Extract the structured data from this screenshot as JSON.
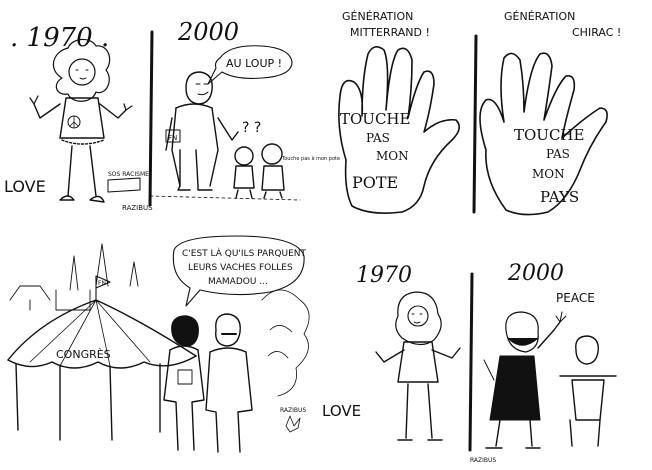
{
  "panel_top_left": {
    "year_left": ". 1970 .",
    "year_right": "2000",
    "word_love": "LOVE",
    "wolf_cry": "AU LOUP !",
    "question_marks": "? ?",
    "sign_left": "SOS RACISME",
    "sign_right": "Touche pas à mon pote",
    "signature": "RAZIBUS"
  },
  "panel_top_right": {
    "left_heading_line1": "GÉNÉRATION",
    "left_heading_line2": "MITTERRAND !",
    "left_hand_words": [
      "TOUCHE",
      "PAS",
      "MON",
      "POTE"
    ],
    "right_heading_line1": "GÉNÉRATION",
    "right_heading_line2": "CHIRAC !",
    "right_hand_words": [
      "TOUCHE",
      "PAS",
      "MON",
      "PAYS"
    ]
  },
  "panel_bottom_left": {
    "speech_line1": "C'EST LÀ QU'ILS PARQUENT",
    "speech_line2": "LEURS VACHES FOLLES",
    "speech_line3": "MAMADOU ...",
    "tent_label": "CONGRÈS",
    "tent_flag": "FN",
    "signature": "RAZIBUS"
  },
  "panel_bottom_right": {
    "year_left": "1970",
    "year_right": "2000",
    "word_love": "LOVE",
    "word_peace": "PEACE",
    "signature": "RAZIBUS"
  }
}
